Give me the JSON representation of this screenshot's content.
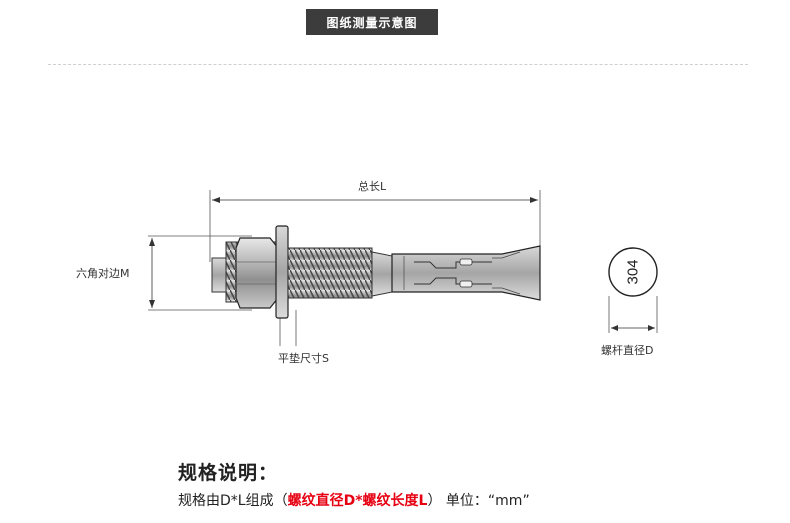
{
  "header": {
    "title": "图纸测量示意图"
  },
  "diagram": {
    "total_length_label": "总长L",
    "hex_label": "六角对边M",
    "washer_label": "平垫尺寸S",
    "diameter_label": "螺杆直径D",
    "stamp_text": "304"
  },
  "spec": {
    "title": "规格说明：",
    "line_prefix": "规格由D*L组成（",
    "line_highlight": "螺纹直径D*螺纹长度L",
    "line_suffix": "）  单位：“mm”"
  }
}
